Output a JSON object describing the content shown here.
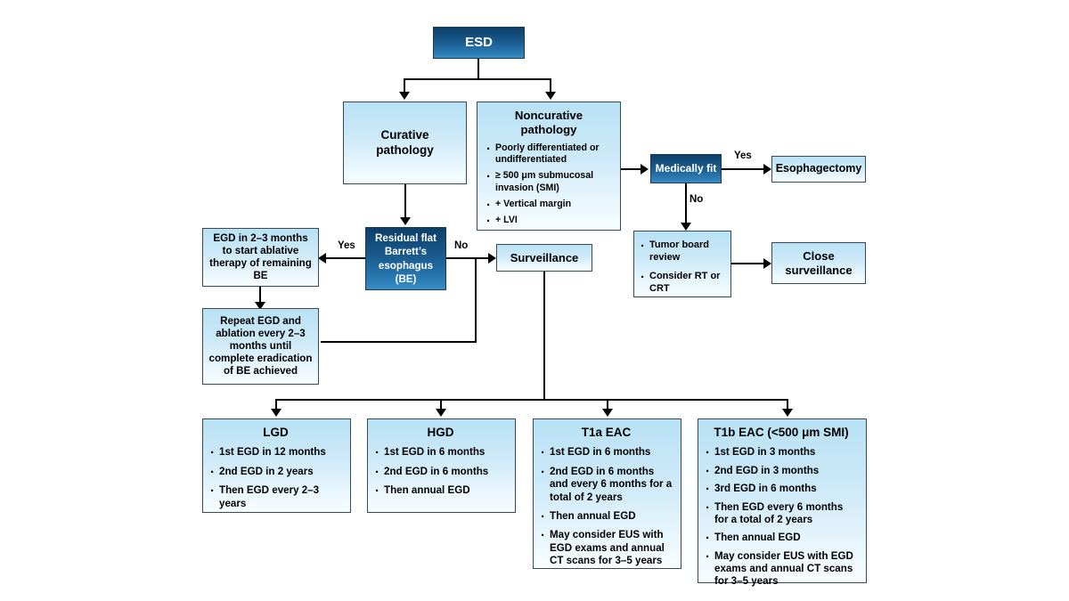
{
  "diagram": {
    "title": "ESD pathology management algorithm",
    "colors": {
      "node_light_top": "#b8e1f5",
      "node_light_bottom": "#f8fdff",
      "node_dark_top": "#0c3f68",
      "node_dark_bottom": "#3a8cc4",
      "border": "#3a4a55",
      "connector": "#000000",
      "background": "#ffffff"
    }
  },
  "nodes": {
    "esd": {
      "label": "ESD"
    },
    "curative": {
      "label": "Curative\npathology",
      "line1": "Curative",
      "line2": "pathology"
    },
    "noncurative": {
      "title": "Noncurative\npathology",
      "title_line1": "Noncurative",
      "title_line2": "pathology",
      "bullets": [
        "Poorly differentiated or undifferentiated",
        "≥ 500 μm submucosal invasion (SMI)",
        "+ Vertical margin",
        "+ LVI"
      ]
    },
    "medically_fit": {
      "label": "Medically fit"
    },
    "esophagectomy": {
      "label": "Esophagectomy"
    },
    "tumor_board": {
      "bullets": [
        "Tumor board review",
        "Consider RT or CRT"
      ]
    },
    "close_surveillance": {
      "line1": "Close",
      "line2": "surveillance"
    },
    "barretts": {
      "line1": "Residual flat",
      "line2": "Barrett’s",
      "line3": "esophagus",
      "line4": "(BE)"
    },
    "egd_2_3_months": {
      "label": "EGD in 2–3 months to start ablative therapy of remaining BE"
    },
    "repeat_egd": {
      "label": "Repeat EGD and ablation every 2–3 months until complete eradication of BE achieved"
    },
    "surveillance": {
      "label": "Surveillance"
    },
    "lgd": {
      "title": "LGD",
      "bullets": [
        "1st EGD in 12 months",
        "2nd EGD in 2 years",
        "Then EGD every 2–3 years"
      ]
    },
    "hgd": {
      "title": "HGD",
      "bullets": [
        "1st EGD in 6 months",
        "2nd EGD in 6 months",
        "Then annual EGD"
      ]
    },
    "t1a_eac": {
      "title": "T1a EAC",
      "bullets": [
        "1st EGD in 6 months",
        "2nd EGD in 6 months and every 6 months for a total of 2 years",
        "Then annual EGD",
        "May consider EUS with EGD exams and annual CT scans for 3–5 years"
      ]
    },
    "t1b_eac": {
      "title": "T1b EAC (<500 μm SMI)",
      "bullets": [
        "1st EGD in 3 months",
        "2nd EGD in 3 months",
        "3rd EGD in 6 months",
        "Then EGD every 6 months for a total of 2 years",
        "Then annual EGD",
        "May consider EUS with EGD exams and annual CT scans for 3–5 years"
      ]
    }
  },
  "edge_labels": {
    "medically_fit_yes": "Yes",
    "medically_fit_no": "No",
    "barretts_yes": "Yes",
    "barretts_no": "No"
  }
}
